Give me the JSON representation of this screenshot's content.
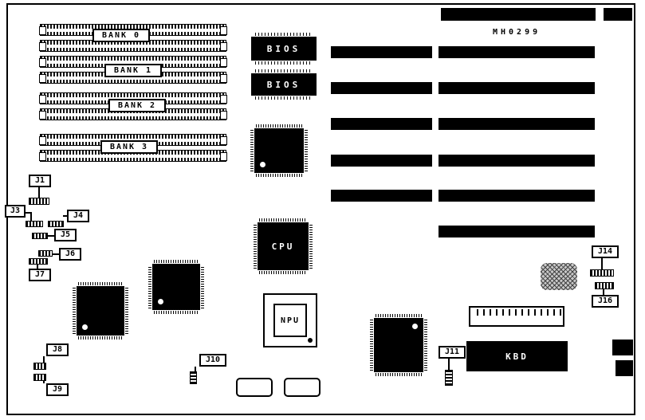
{
  "diagram": {
    "part_number": "MH0299",
    "memory_banks": [
      {
        "label": "BANK 0"
      },
      {
        "label": "BANK 1"
      },
      {
        "label": "BANK 2"
      },
      {
        "label": "BANK 3"
      }
    ],
    "bios_chips": [
      {
        "label": "BIOS"
      },
      {
        "label": "BIOS"
      }
    ],
    "cpu_label": "CPU",
    "npu_label": "NPU",
    "kbd_label": "KBD",
    "jumpers": [
      {
        "label": "J1"
      },
      {
        "label": "J3"
      },
      {
        "label": "J4"
      },
      {
        "label": "J5"
      },
      {
        "label": "J6"
      },
      {
        "label": "J7"
      },
      {
        "label": "J8"
      },
      {
        "label": "J9"
      },
      {
        "label": "J10"
      },
      {
        "label": "J11"
      },
      {
        "label": "J14"
      },
      {
        "label": "J16"
      }
    ],
    "colors": {
      "ink": "#000000",
      "paper": "#ffffff"
    }
  }
}
